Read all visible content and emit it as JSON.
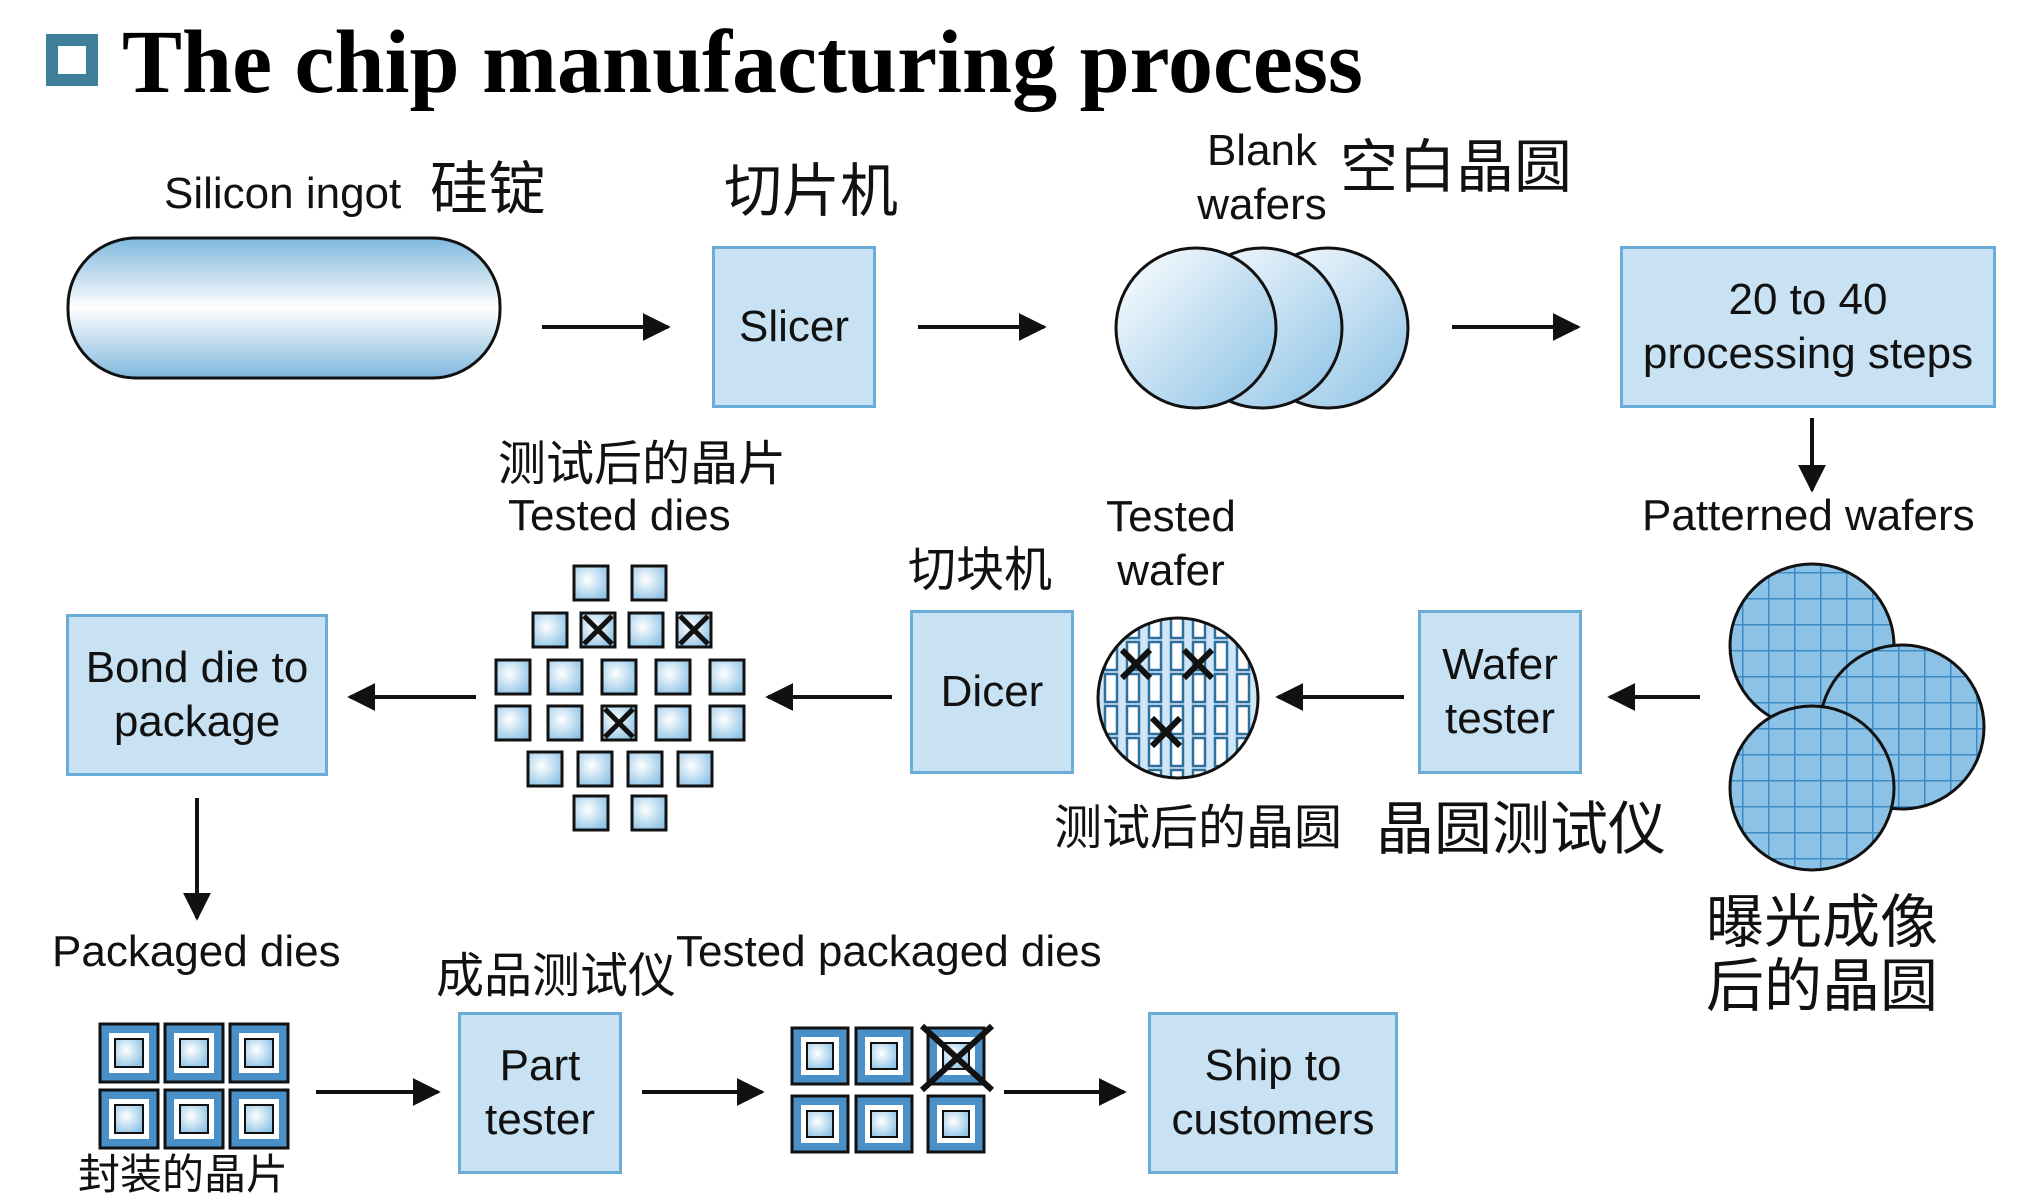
{
  "title": "The chip manufacturing process",
  "labels": {
    "silicon_ingot_en": "Silicon ingot",
    "silicon_ingot_zh": "硅锭",
    "slicer_zh": "切片机",
    "blank_wafers_en": "Blank\nwafers",
    "blank_wafers_zh": "空白晶圆",
    "tested_dies_zh": "测试后的晶片",
    "tested_dies_en": "Tested dies",
    "dicer_zh": "切块机",
    "tested_wafer_en": "Tested\nwafer",
    "patterned_wafers_en": "Patterned wafers",
    "tested_wafer_zh": "测试后的晶圆",
    "wafer_tester_zh": "晶圆测试仪",
    "patterned_wafers_zh": "曝光成像\n后的晶圆",
    "packaged_dies_en": "Packaged dies",
    "part_tester_zh": "成品测试仪",
    "tested_packaged_dies_en": "Tested packaged dies",
    "packaged_dies_zh": "封装的晶片"
  },
  "boxes": {
    "slicer": "Slicer",
    "processing": "20 to 40\nprocessing steps",
    "bond": "Bond die to\npackage",
    "dicer": "Dicer",
    "wafer_tester": "Wafer\ntester",
    "part_tester": "Part\ntester",
    "ship": "Ship to\ncustomers"
  },
  "colors": {
    "box_fill": "#c9e2f3",
    "box_border": "#6aaed8",
    "bullet": "#3f7f9a"
  }
}
